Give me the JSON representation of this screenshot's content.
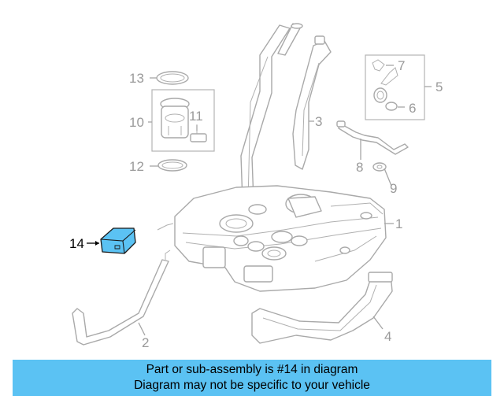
{
  "diagram": {
    "callouts": {
      "c1": "1",
      "c2": "2",
      "c3": "3",
      "c4": "4",
      "c5": "5",
      "c6": "6",
      "c7": "7",
      "c8": "8",
      "c9": "9",
      "c10": "10",
      "c11": "11",
      "c12": "12",
      "c13": "13",
      "c14": "14"
    },
    "highlight_color": "#5bc2f3",
    "line_color": "#a6a6a6"
  },
  "banner": {
    "line1": "Part or sub-assembly is #14 in diagram",
    "line2": "Diagram may not be specific to your vehicle",
    "color": "#5bc2f3"
  }
}
